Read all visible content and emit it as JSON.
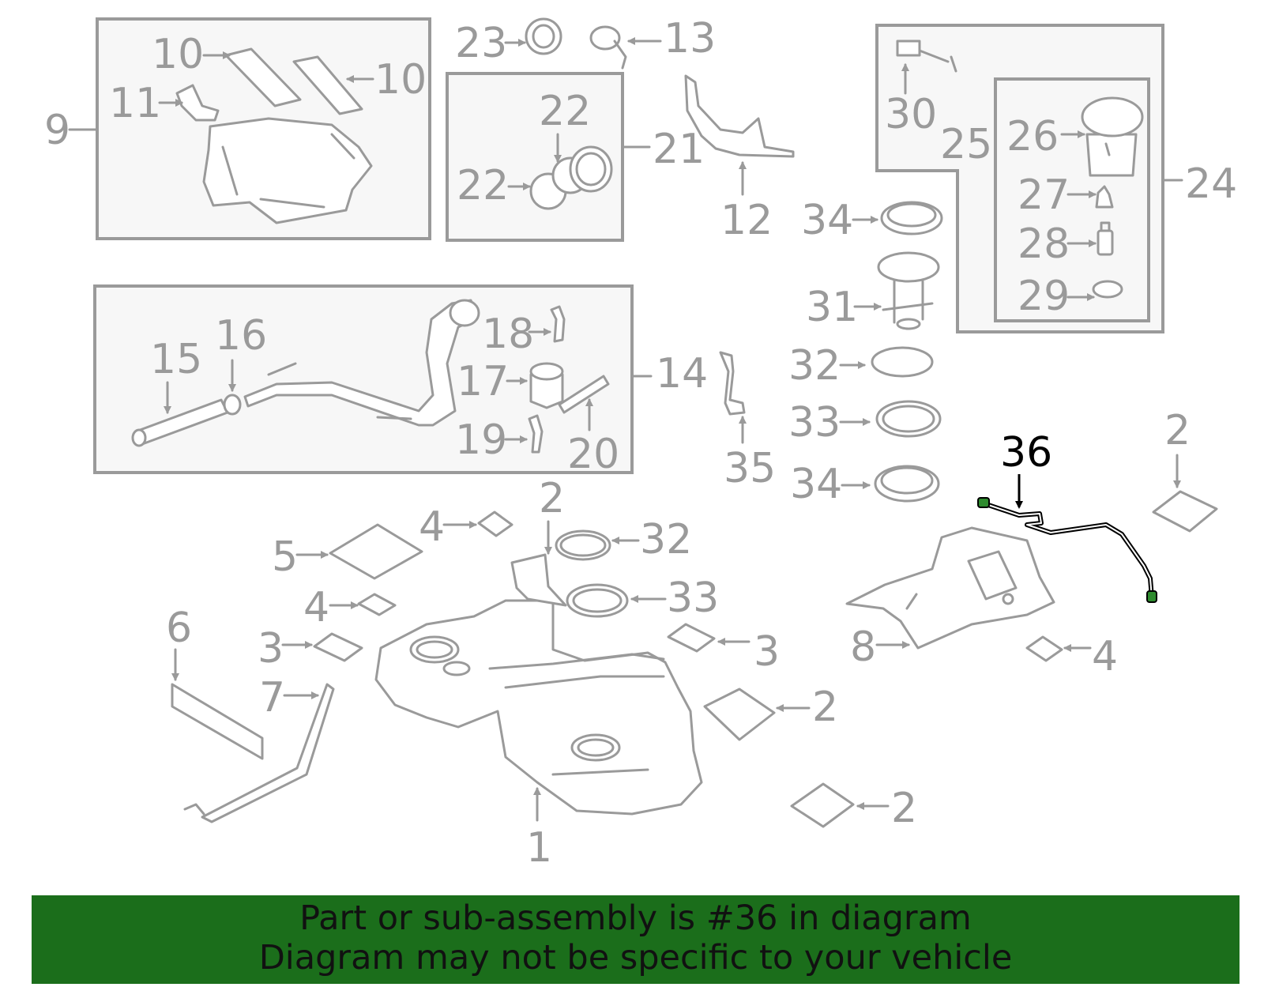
{
  "colors": {
    "part_gray": "#9a9a9a",
    "highlight": "#000000",
    "highlight_connector": "#2e8b2e",
    "footer_bg": "#1b6e1b",
    "box_fill": "#f7f7f7"
  },
  "callouts": {
    "c1": "1",
    "c2": "2",
    "c3": "3",
    "c4": "4",
    "c5": "5",
    "c6": "6",
    "c7": "7",
    "c8": "8",
    "c9": "9",
    "c10": "10",
    "c11": "11",
    "c12": "12",
    "c13": "13",
    "c14": "14",
    "c15": "15",
    "c16": "16",
    "c17": "17",
    "c18": "18",
    "c19": "19",
    "c20": "20",
    "c21": "21",
    "c22": "22",
    "c23": "23",
    "c24": "24",
    "c25": "25",
    "c26": "26",
    "c27": "27",
    "c28": "28",
    "c29": "29",
    "c30": "30",
    "c31": "31",
    "c32": "32",
    "c33": "33",
    "c34": "34",
    "c35": "35",
    "c36": "36"
  },
  "footer": {
    "line1": "Part or sub-assembly is #36 in diagram",
    "line2": "Diagram may not be specific to your vehicle"
  }
}
